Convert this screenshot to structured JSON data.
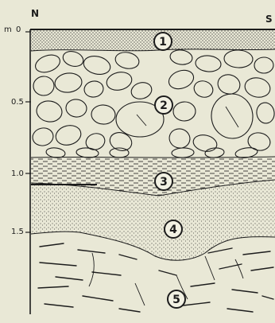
{
  "header": {
    "left": "N",
    "right": "S"
  },
  "depth_axis": {
    "unit": "m",
    "ticks": [
      "0",
      "0.5",
      "1.0",
      "1.5"
    ]
  },
  "layers": [
    {
      "number": "1"
    },
    {
      "number": "2"
    },
    {
      "number": "3"
    },
    {
      "number": "4"
    },
    {
      "number": "5"
    }
  ],
  "colors": {
    "background": "#e9e8d6",
    "ink": "#1c1c1c",
    "layer_fill": "#f2f1e3"
  }
}
